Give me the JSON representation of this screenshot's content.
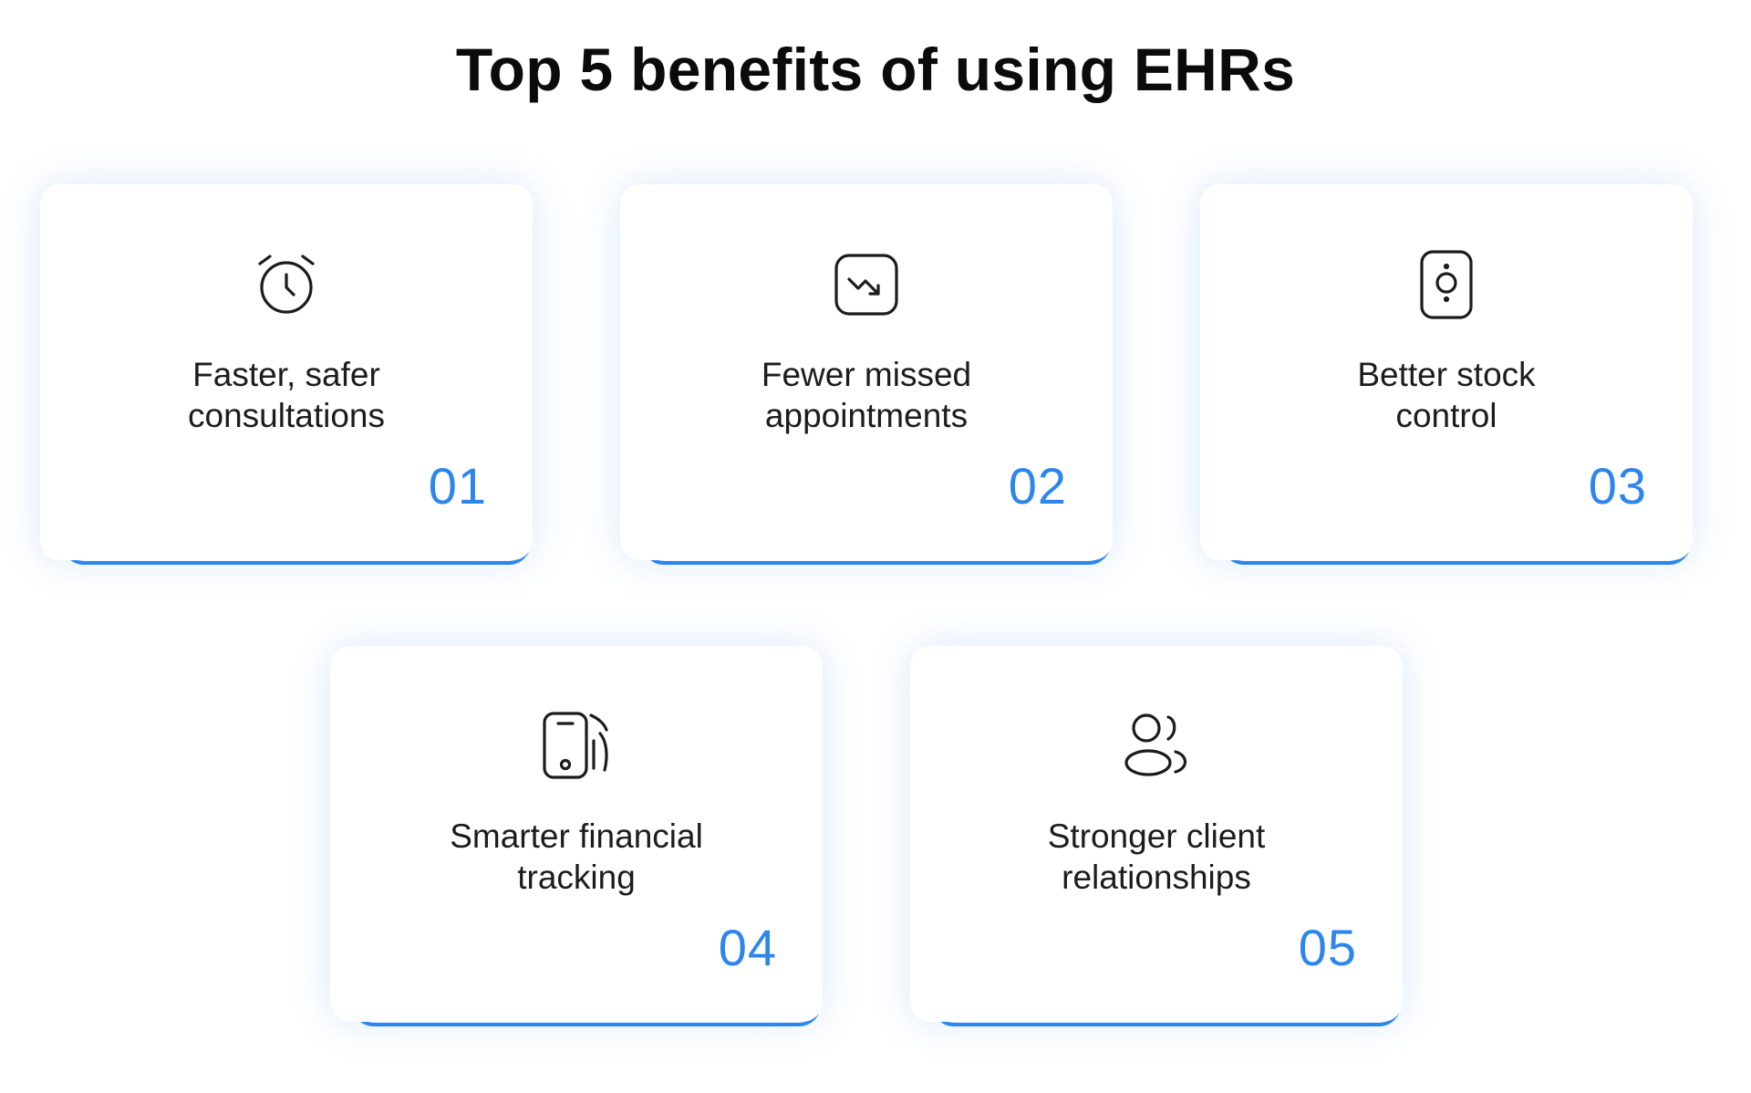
{
  "title": "Top 5 benefits of using EHRs",
  "accent_color": "#2d86ec",
  "cards": [
    {
      "number": "01",
      "label": "Faster, safer\nconsultations",
      "icon": "alarm-clock-icon"
    },
    {
      "number": "02",
      "label": "Fewer missed\nappointments",
      "icon": "trend-down-icon"
    },
    {
      "number": "03",
      "label": "Better stock\ncontrol",
      "icon": "device-remote-icon"
    },
    {
      "number": "04",
      "label": "Smarter financial\ntracking",
      "icon": "mobile-contactless-icon"
    },
    {
      "number": "05",
      "label": "Stronger client\nrelationships",
      "icon": "users-icon"
    }
  ]
}
